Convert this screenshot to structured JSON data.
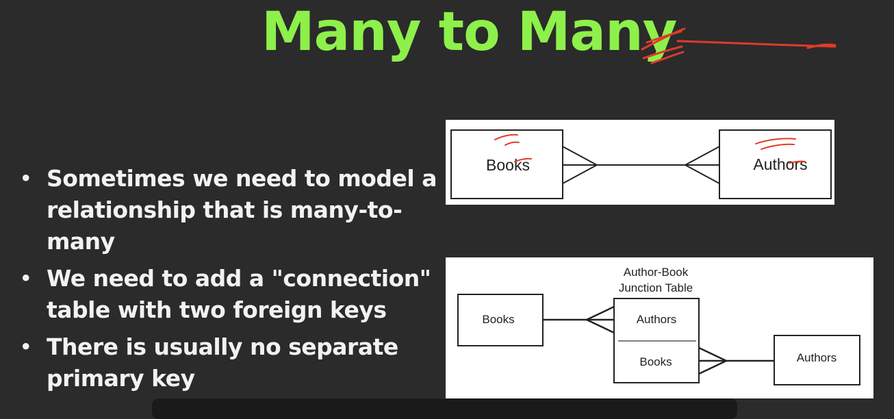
{
  "title": "Many to Many",
  "bullets": [
    "Sometimes we need to model a relationship that is many-to-many",
    "We need to add a \"connection\" table with two foreign keys",
    "There is usually no separate primary key"
  ],
  "diagram_top": {
    "left_entity": "Books",
    "right_entity": "Authors"
  },
  "diagram_bottom": {
    "left_entity": "Books",
    "junction_title_line1": "Author-Book",
    "junction_title_line2": "Junction Table",
    "junction_field_top": "Authors",
    "junction_field_bottom": "Books",
    "right_entity": "Authors"
  },
  "colors": {
    "title": "#8ef04a",
    "background": "#2b2b2b",
    "annotation": "#e03a2a"
  }
}
